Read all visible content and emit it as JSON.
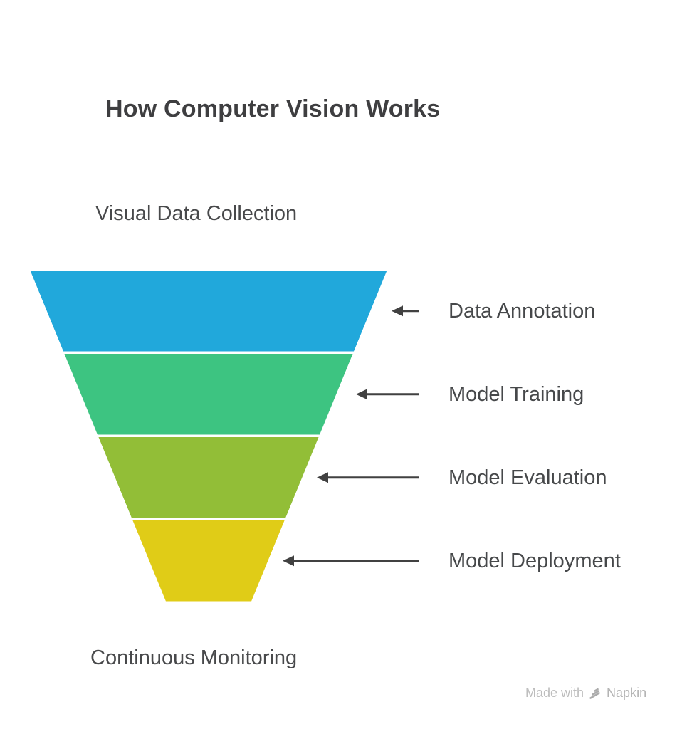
{
  "title": "How Computer Vision Works",
  "funnel": {
    "top_label": "Visual Data Collection",
    "bottom_label": "Continuous Monitoring",
    "stages": [
      {
        "label": "Data Annotation",
        "color": "#21a8db"
      },
      {
        "label": "Model Training",
        "color": "#3dc481"
      },
      {
        "label": "Model Evaluation",
        "color": "#92be37"
      },
      {
        "label": "Model Deployment",
        "color": "#e0cc17"
      }
    ]
  },
  "chart_data": {
    "type": "funnel",
    "title": "How Computer Vision Works",
    "orientation": "inverted-vertical",
    "entry_label": "Visual Data Collection",
    "exit_label": "Continuous Monitoring",
    "stages": [
      "Data Annotation",
      "Model Training",
      "Model Evaluation",
      "Model Deployment"
    ],
    "stage_colors": [
      "#21a8db",
      "#3dc481",
      "#92be37",
      "#e0cc17"
    ]
  },
  "watermark": {
    "prefix": "Made with",
    "brand": "Napkin"
  },
  "colors": {
    "arrow": "#414141",
    "title_text": "#3e3e40",
    "label_text": "#46484a",
    "watermark_text": "#bdbdbd",
    "background": "#ffffff"
  }
}
